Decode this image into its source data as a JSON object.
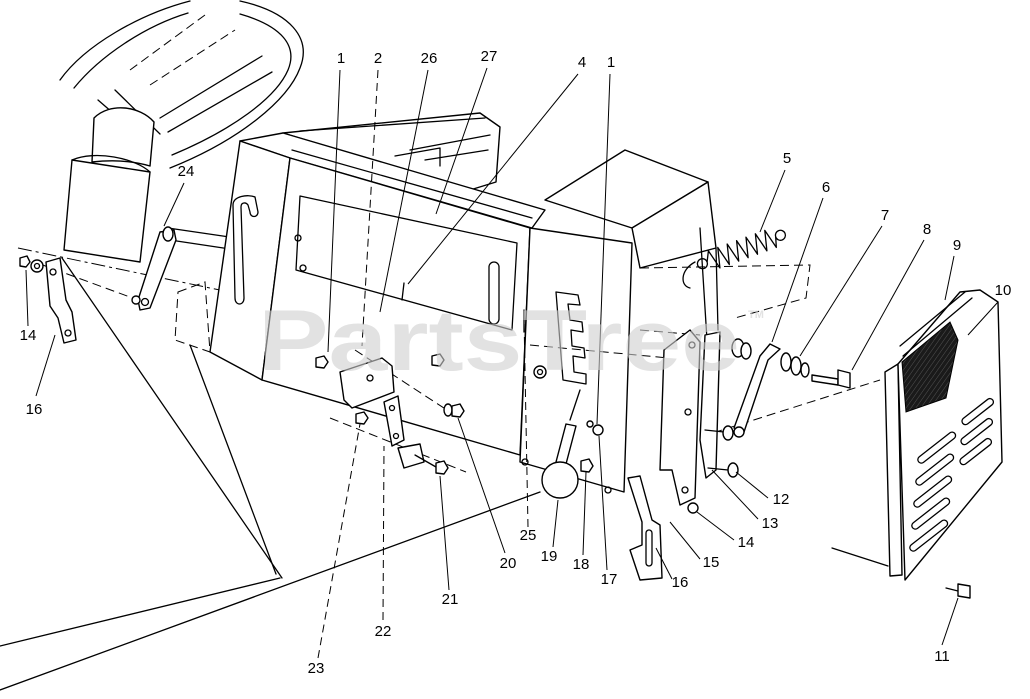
{
  "diagram": {
    "line_color": "#000000",
    "background": "#ffffff"
  },
  "watermark": {
    "text": "PartsTree",
    "tm": "TM",
    "color": "#cfcfcf"
  },
  "callouts": [
    "1",
    "2",
    "26",
    "27",
    "4",
    "1",
    "5",
    "6",
    "7",
    "8",
    "9",
    "10",
    "24",
    "14",
    "16",
    "12",
    "13",
    "14",
    "15",
    "16",
    "17",
    "18",
    "19",
    "25",
    "20",
    "21",
    "22",
    "23",
    "11"
  ]
}
